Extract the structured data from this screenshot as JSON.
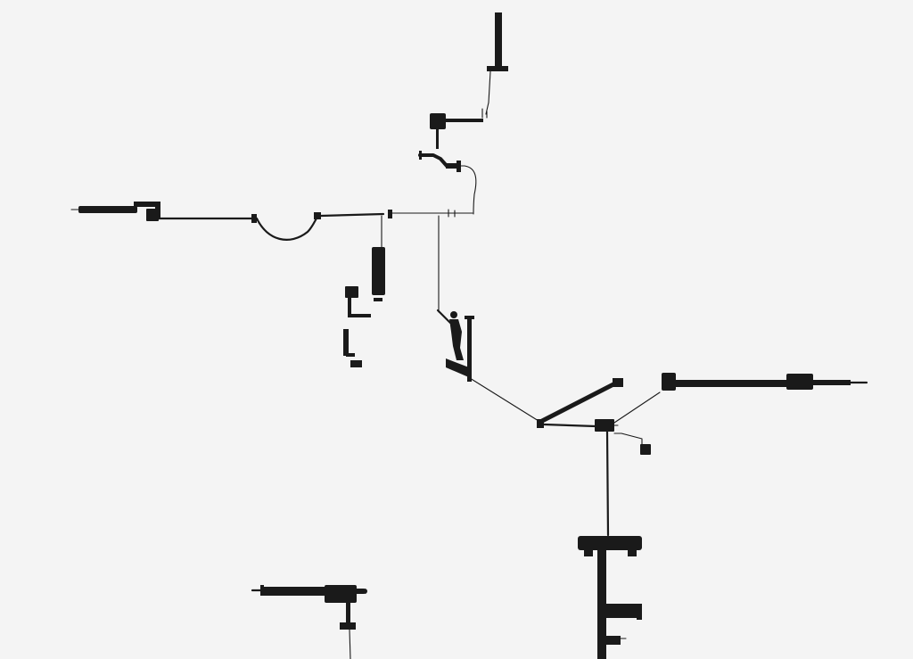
{
  "artwork": {
    "background_color": "#f4f4f4",
    "ink_color": "#1a1a1a",
    "components": [
      "top-vertical-bar",
      "upper-hub-box",
      "crank-arm",
      "left-horizontal-arm",
      "hanging-cable-loop",
      "central-crossbar",
      "hanging-cylinder",
      "left-hanging-bracket",
      "suspended-figure",
      "tilted-platform",
      "lower-junction",
      "right-horizontal-arm",
      "lower-vertical-mast",
      "bottom-left-arm"
    ]
  }
}
